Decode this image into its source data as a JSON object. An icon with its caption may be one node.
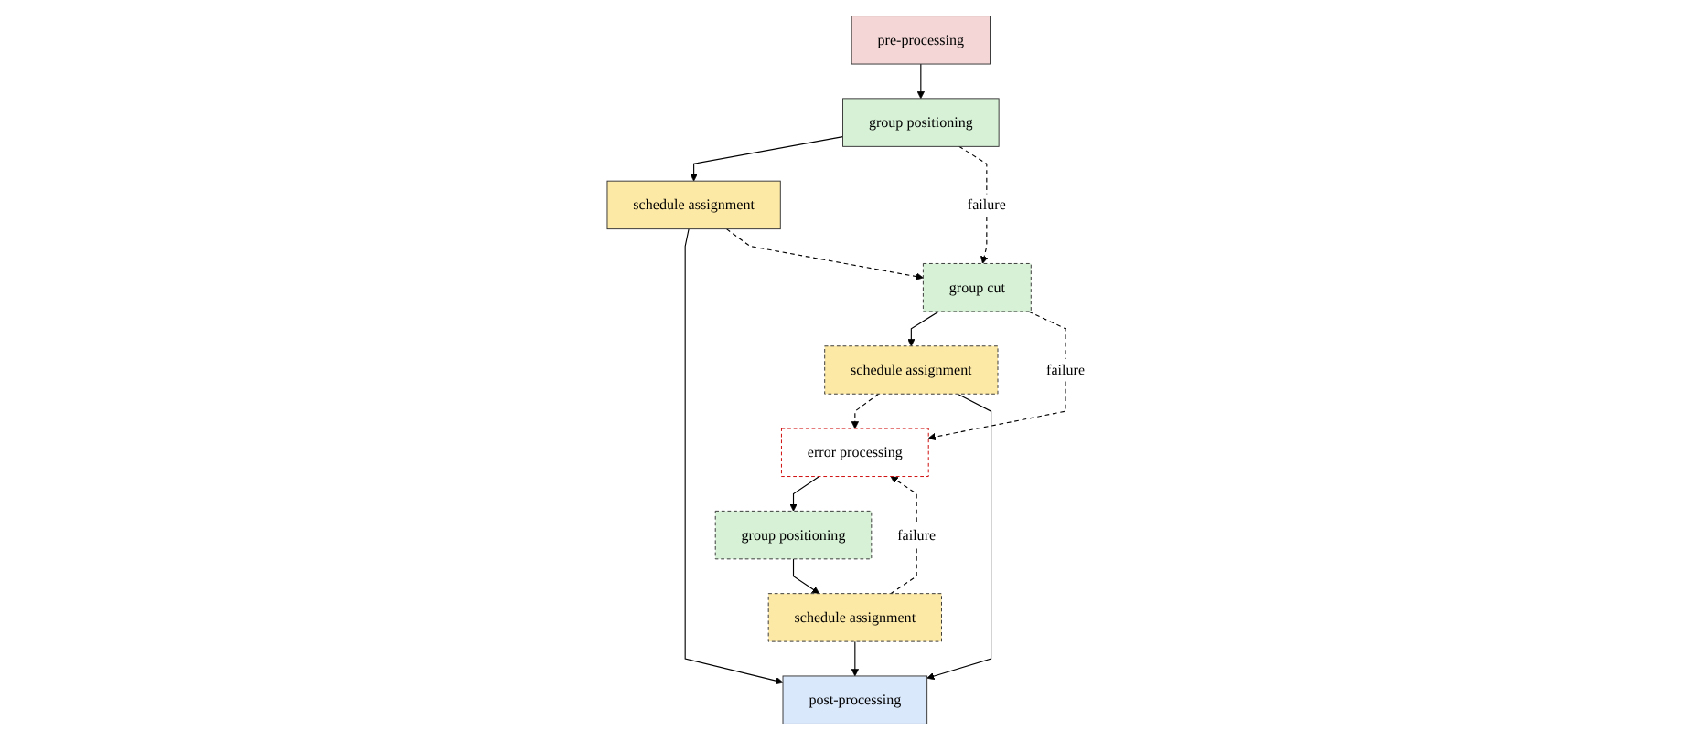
{
  "diagram": {
    "nodes": [
      {
        "text": [
          "pre-processing"
        ]
      },
      {
        "text": [
          "group positioning"
        ]
      },
      {
        "text": [
          "schedule assignment"
        ]
      },
      {
        "text": [
          "post-processing"
        ]
      },
      {
        "text": [
          "group cut"
        ]
      },
      {
        "text": [
          "schedule assignment"
        ]
      },
      {
        "text": [
          "error processing"
        ]
      },
      {
        "text": [
          "group positioning"
        ]
      },
      {
        "text": [
          "schedule assignment"
        ]
      }
    ],
    "edges": [
      {
        "from": 0,
        "to": 1,
        "arrow": "to"
      },
      {
        "from": 1,
        "to": 2,
        "arrow": "to"
      },
      {
        "from": 2,
        "to": 3,
        "arrow": "to"
      },
      {
        "from": 1,
        "to": 4,
        "arrow": "to",
        "label": "failure",
        "style": "dashed"
      },
      {
        "from": 2,
        "to": 4,
        "arrow": "to",
        "style": "dashed"
      },
      {
        "from": 4,
        "to": 5,
        "arrow": "to"
      },
      {
        "from": 4,
        "to": 6,
        "arrow": "to",
        "label": "failure",
        "style": "dashed"
      },
      {
        "from": 5,
        "to": 6,
        "arrow": "to",
        "style": "dashed"
      },
      {
        "from": 5,
        "to": 3,
        "arrow": "to"
      },
      {
        "from": 6,
        "to": 7,
        "arrow": "to"
      },
      {
        "from": 7,
        "to": 8,
        "arrow": "to"
      },
      {
        "from": 8,
        "to": 6,
        "arrow": "to",
        "label": "failure",
        "style": "dashed"
      },
      {
        "from": 8,
        "to": 3,
        "arrow": "to"
      }
    ]
  }
}
